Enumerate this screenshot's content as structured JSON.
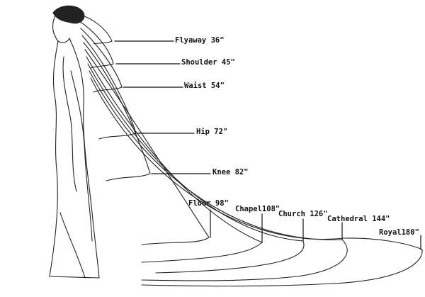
{
  "labels": {
    "flyaway": "Flyaway 36\"",
    "shoulder": "Shoulder 45\"",
    "waist": "Waist 54\"",
    "hip": "Hip 72\"",
    "knee": "Knee 82\"",
    "floor": "Floor 98\"",
    "chapel": "Chapel108\"",
    "church": "Church 126\"",
    "cathedral": "Cathedral 144\"",
    "royal": "Royal180\""
  },
  "colors": {
    "ink": "#111111",
    "background": "#ffffff"
  }
}
